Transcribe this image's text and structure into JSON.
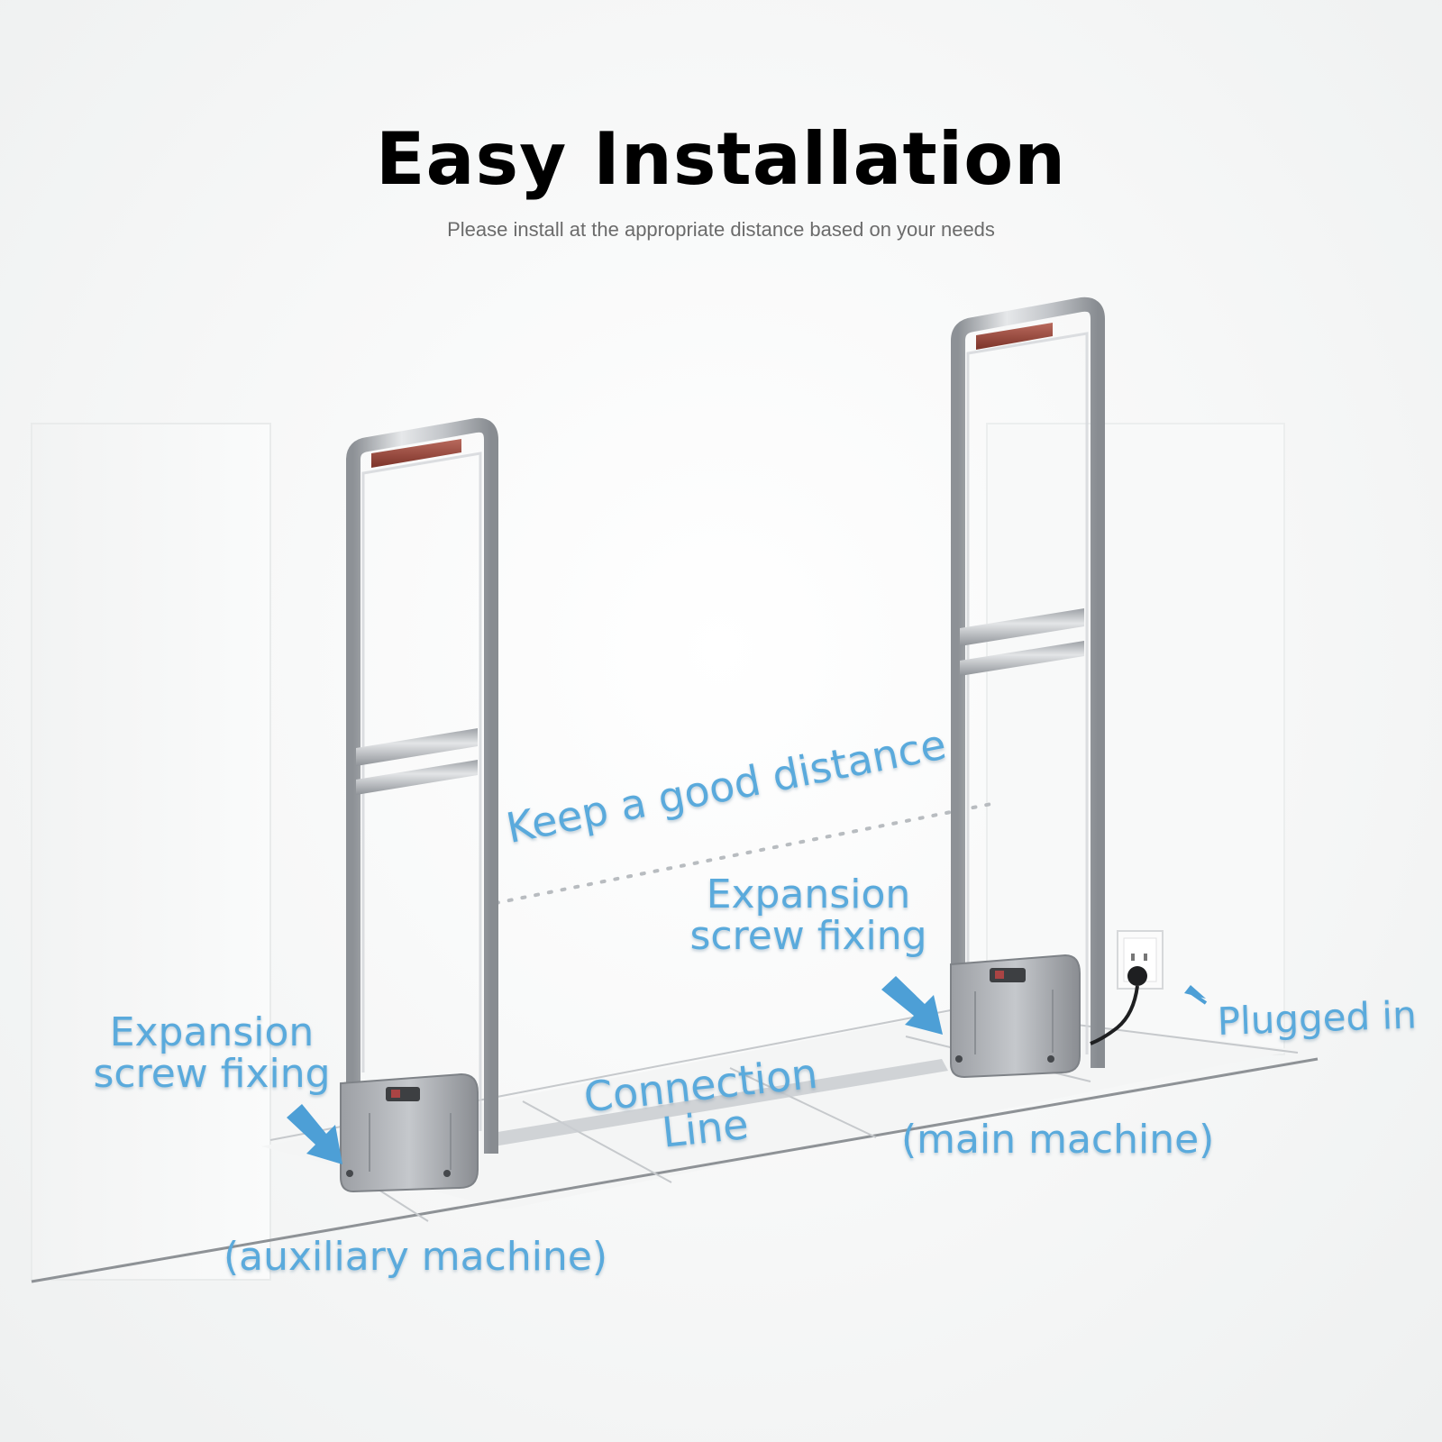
{
  "header": {
    "title": "Easy Installation",
    "subtitle": "Please install at the appropriate distance based on your needs"
  },
  "labels": {
    "keep_distance": "Keep a good distance",
    "expansion_right_line1": "Expansion",
    "expansion_right_line2": "screw fixing",
    "expansion_left_line1": "Expansion",
    "expansion_left_line2": "screw fixing",
    "connection_line1": "Connection",
    "connection_line2": "Line",
    "plugged_in": "Plugged in",
    "main_machine": "(main machine)",
    "auxiliary_machine": "(auxiliary machine)"
  },
  "colors": {
    "label_blue": "#5aaadc",
    "arrow_blue": "#4d9fd6",
    "frame_silver": "#b9bcc0",
    "top_bar_red": "#9a4a3e",
    "title_black": "#000000",
    "subtitle_gray": "#6b6b6b"
  }
}
